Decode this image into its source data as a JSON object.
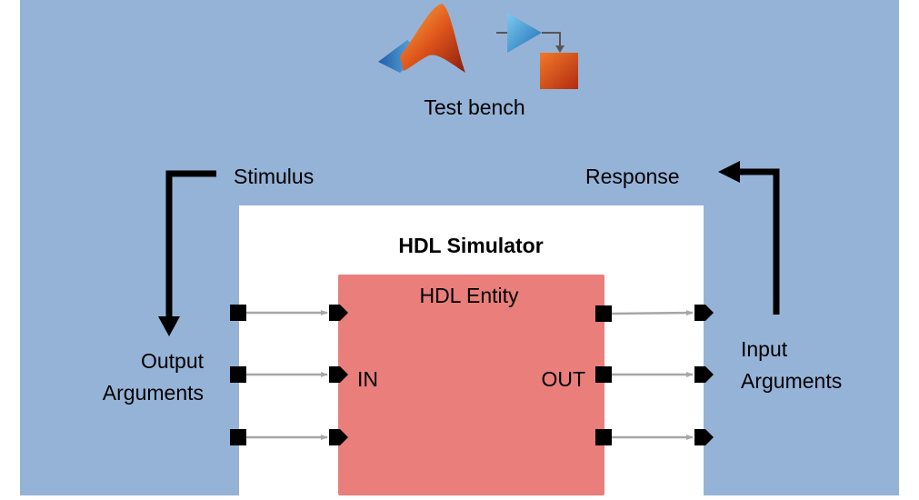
{
  "title": "Test bench",
  "simulator_label": "HDL Simulator",
  "entity_label": "HDL Entity",
  "port_in_label": "IN",
  "port_out_label": "OUT",
  "stimulus_label": "Stimulus",
  "response_label": "Response",
  "output_args_label": {
    "line1": "Output",
    "line2": "Arguments"
  },
  "input_args_label": {
    "line1": "Input",
    "line2": "Arguments"
  },
  "icons": [
    "matlab-logo-icon",
    "simulink-block-icon"
  ],
  "colors": {
    "testbench_bg": "#95b3d7",
    "simulator_bg": "#ffffff",
    "entity_bg": "#e97e7b",
    "arrow": "#000000",
    "connector": "#a6a6a6"
  }
}
